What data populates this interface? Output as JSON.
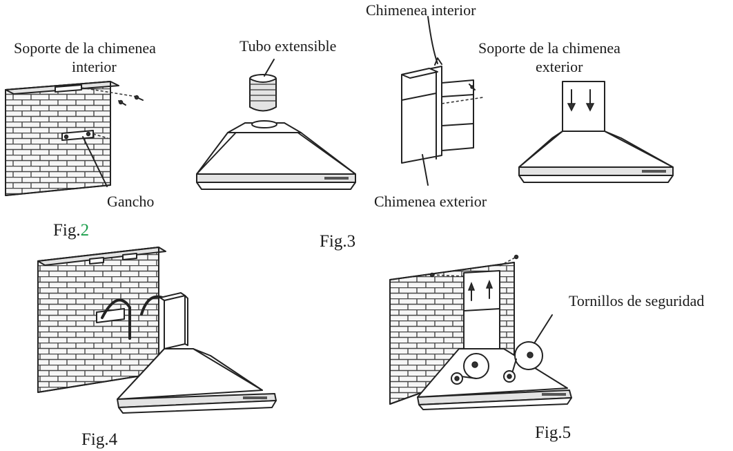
{
  "labels": {
    "soporte_interior_l1": "Soporte de la chimenea",
    "soporte_interior_l2": "interior",
    "gancho": "Gancho",
    "tubo": "Tubo extensible",
    "chimenea_interior": "Chimenea interior",
    "chimenea_exterior": "Chimenea exterior",
    "soporte_exterior_l1": "Soporte de la chimenea",
    "soporte_exterior_l2": "exterior",
    "tornillos": "Tornillos de seguridad"
  },
  "figures": {
    "fig2_prefix": "Fig.",
    "fig2_num": "2",
    "fig3": "Fig.3",
    "fig4": "Fig.4",
    "fig5": "Fig.5"
  },
  "colors": {
    "fig2_number": "#1a9e4a",
    "line": "#222222"
  }
}
